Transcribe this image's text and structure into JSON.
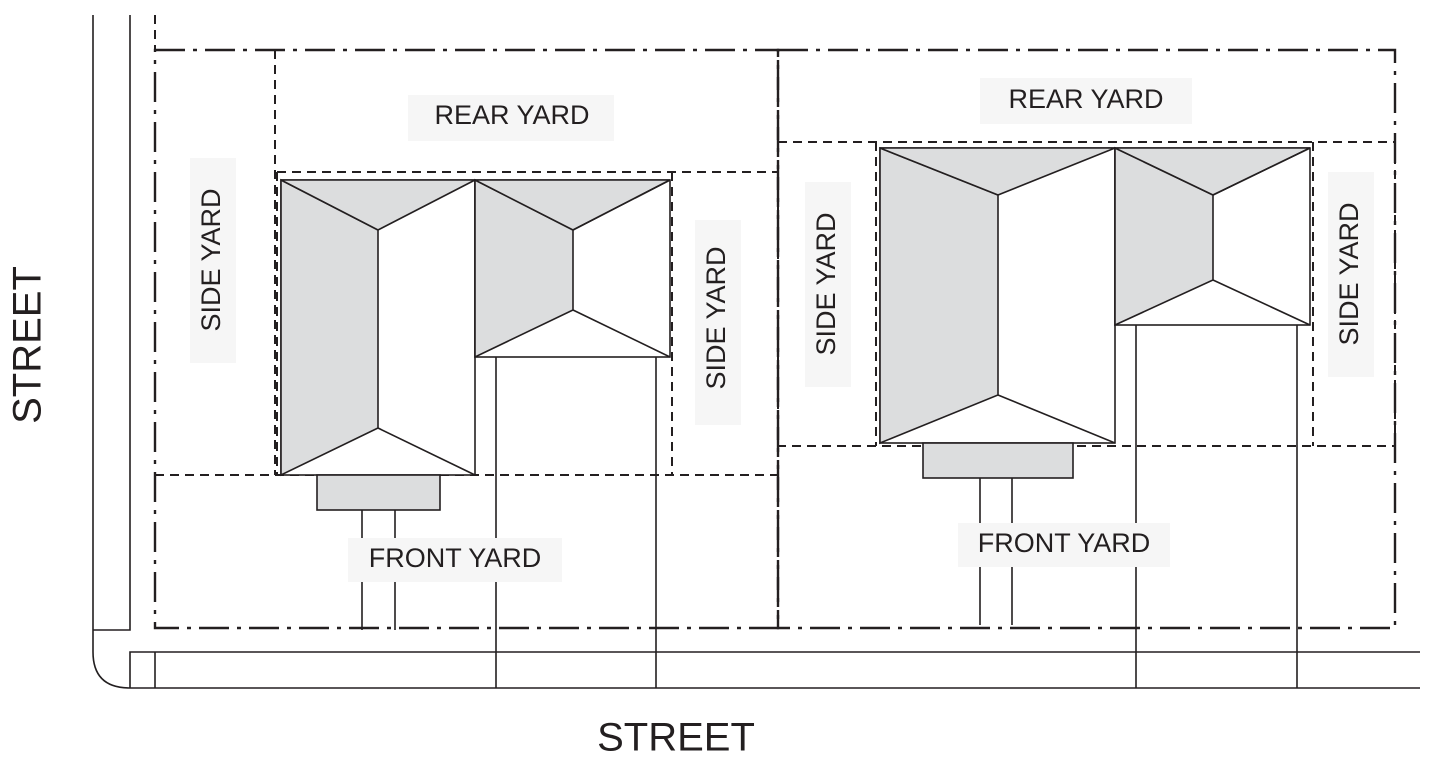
{
  "diagram": {
    "street_left": "STREET",
    "street_bottom": "STREET",
    "lot1": {
      "rear_yard": "REAR YARD",
      "side_yard_left": "SIDE YARD",
      "side_yard_right": "SIDE YARD",
      "front_yard": "FRONT YARD"
    },
    "lot2": {
      "rear_yard": "REAR YARD",
      "side_yard_left": "SIDE YARD",
      "side_yard_right": "SIDE YARD",
      "front_yard": "FRONT YARD"
    },
    "colors": {
      "line": "#231f20",
      "roof_shade": "#dcddde"
    }
  }
}
